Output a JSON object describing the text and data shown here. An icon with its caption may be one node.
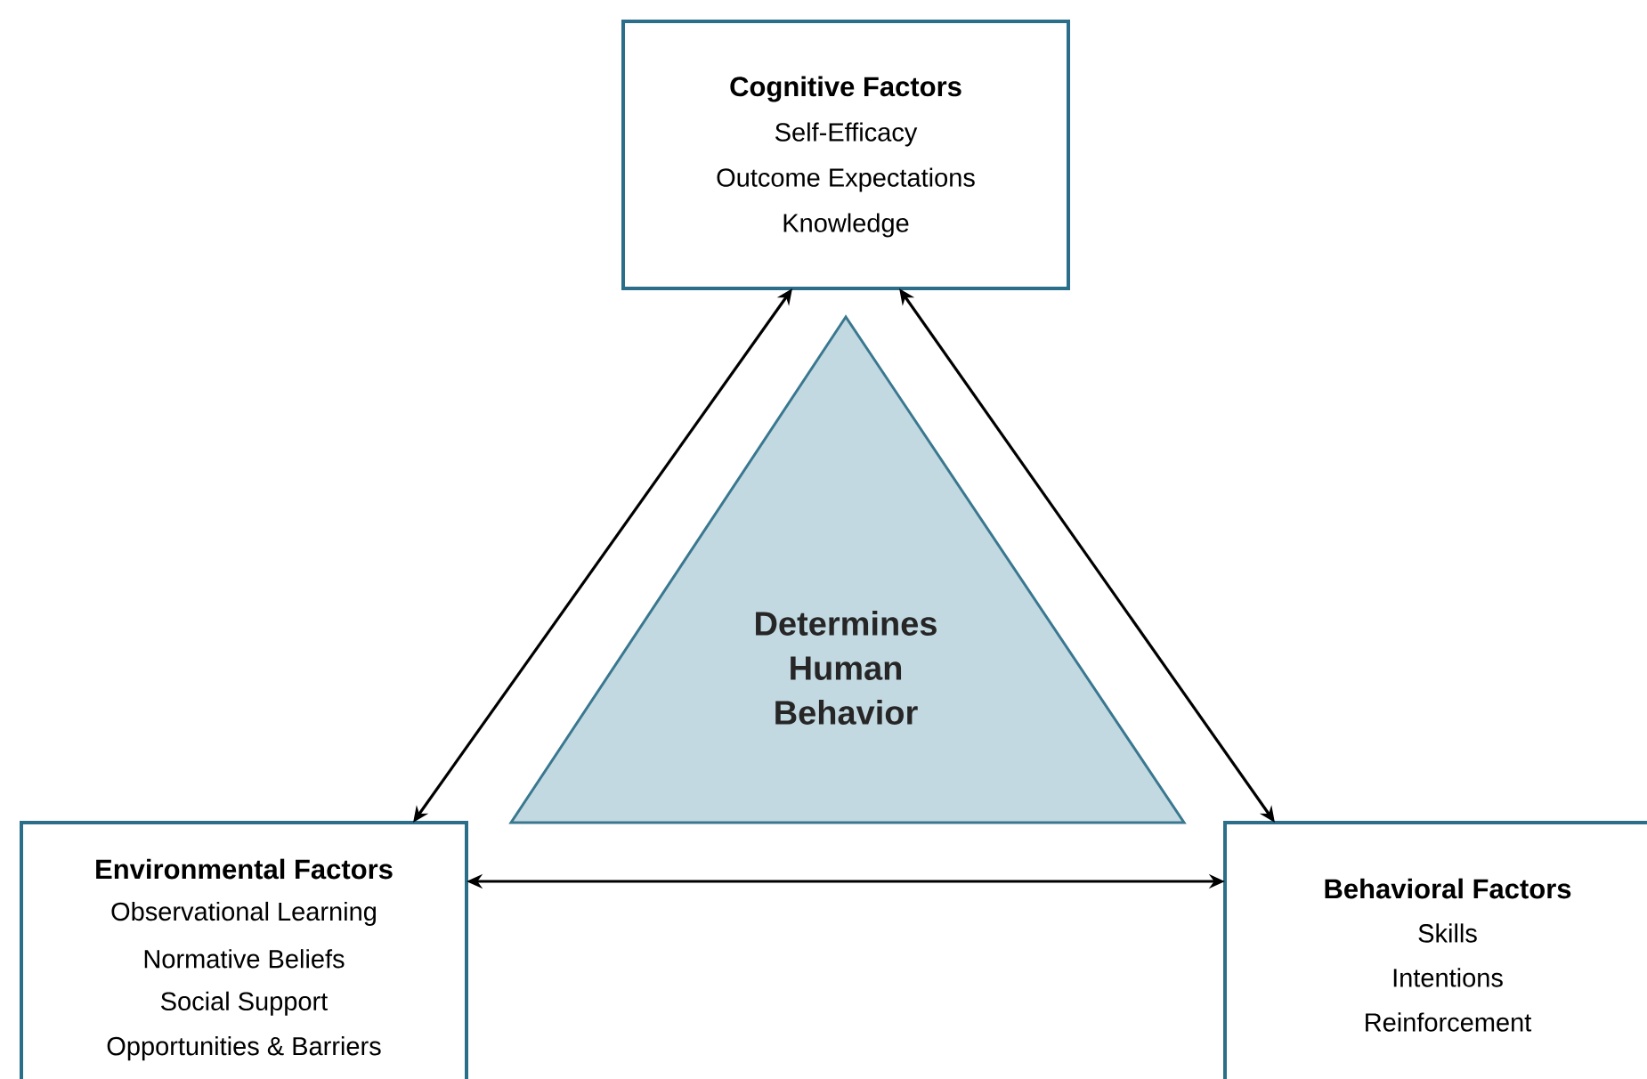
{
  "diagram": {
    "nodes": [
      {
        "text": [
          "Cognitive Factors",
          "Self-Efficacy",
          "Outcome Expectations",
          "Knowledge"
        ]
      },
      {
        "text": [
          "Determines Human Behavior"
        ]
      },
      {
        "text": [
          "Environmental Factors",
          "Observational Learning",
          "Normative Beliefs",
          "Social Support",
          "Opportunities & Barriers"
        ]
      },
      {
        "text": [
          "Behavioral Factors",
          "Skills",
          "Intentions",
          "Reinforcement"
        ]
      }
    ],
    "edges": [
      {
        "from": 0,
        "to": 2,
        "arrow": "both"
      },
      {
        "from": 0,
        "to": 3,
        "arrow": "both"
      },
      {
        "from": 2,
        "to": 3,
        "arrow": "both"
      }
    ]
  }
}
